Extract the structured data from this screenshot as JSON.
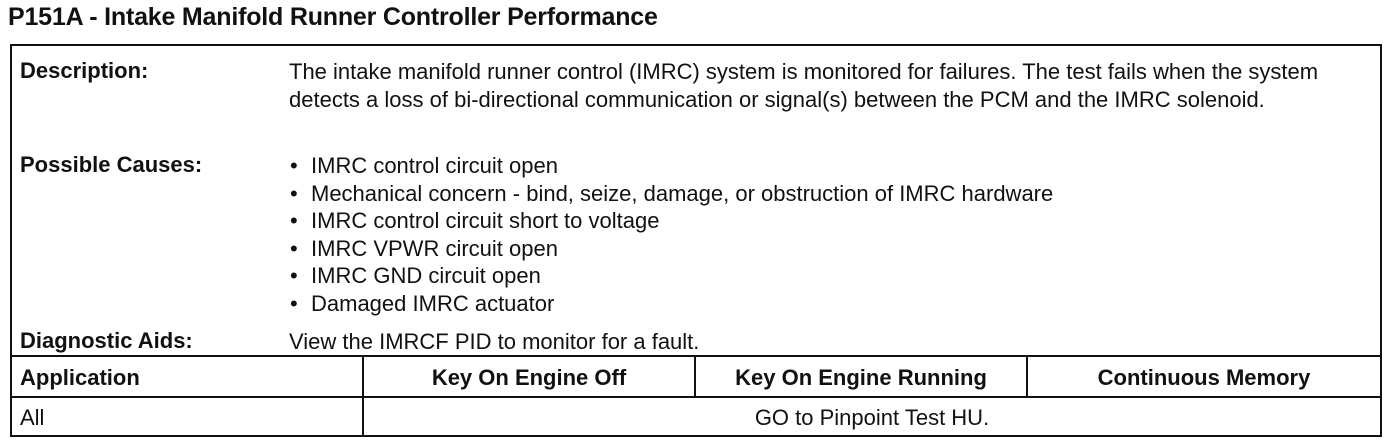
{
  "title": "P151A - Intake Manifold Runner Controller Performance",
  "description": {
    "label": "Description:",
    "text": "The intake manifold runner control (IMRC) system is monitored for failures. The test fails when the system detects a loss of bi-directional communication or signal(s) between the PCM and the IMRC solenoid."
  },
  "possible_causes": {
    "label": "Possible Causes:",
    "bullet": "•",
    "items": [
      "IMRC control circuit open",
      "Mechanical concern - bind, seize, damage, or obstruction of IMRC hardware",
      "IMRC control circuit short to voltage",
      "IMRC VPWR circuit open",
      "IMRC GND circuit open",
      "Damaged IMRC actuator"
    ]
  },
  "diagnostic_aids": {
    "label": "Diagnostic Aids:",
    "text": "View the IMRCF PID to monitor for a fault."
  },
  "application_table": {
    "headers": [
      "Application",
      "Key On Engine Off",
      "Key On Engine Running",
      "Continuous Memory"
    ],
    "row": {
      "application": "All",
      "action": "GO to Pinpoint Test HU."
    }
  }
}
